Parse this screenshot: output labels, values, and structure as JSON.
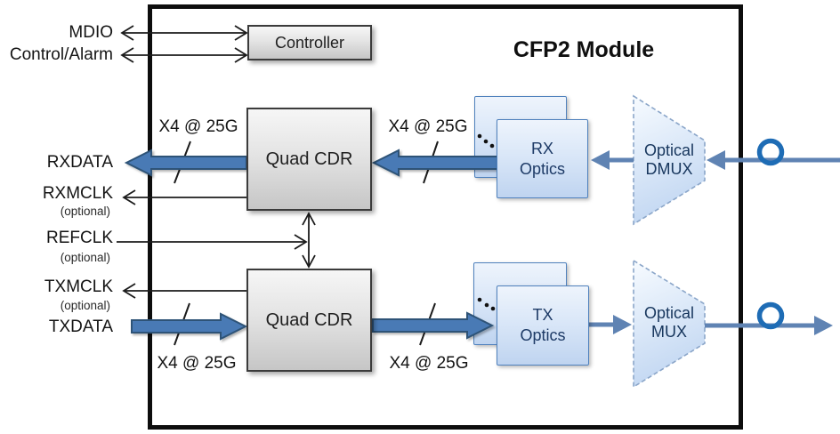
{
  "diagram": {
    "title": "CFP2 Module",
    "blocks": {
      "controller": "Controller",
      "quad_cdr_top": "Quad CDR",
      "quad_cdr_bottom": "Quad CDR",
      "rx_optics_l1": "RX",
      "rx_optics_l2": "Optics",
      "tx_optics_l1": "TX",
      "tx_optics_l2": "Optics",
      "optical_dmux_l1": "Optical",
      "optical_dmux_l2": "DMUX",
      "optical_mux_l1": "Optical",
      "optical_mux_l2": "MUX"
    },
    "ports": {
      "mdio": "MDIO",
      "control_alarm": "Control/Alarm",
      "rxdata": "RXDATA",
      "rxmclk": "RXMCLK",
      "rxmclk_note": "(optional)",
      "refclk": "REFCLK",
      "refclk_note": "(optional)",
      "txmclk": "TXMCLK",
      "txmclk_note": "(optional)",
      "txdata": "TXDATA"
    },
    "bus_labels": {
      "rx_host": "X4 @ 25G",
      "rx_line": "X4 @ 25G",
      "tx_host": "X4 @ 25G",
      "tx_line": "X4 @ 25G"
    },
    "colors": {
      "bus_arrow_fill": "#4a7ab5",
      "bus_arrow_border": "#2e5377",
      "optical_path": "#5f83b3",
      "fiber_loop": "#1e6cb5",
      "gray_block_border": "#3b3b3b",
      "blue_block_border": "#4f81bd",
      "navy_text": "#17365d",
      "module_border": "#0d0d0d"
    },
    "icons": {
      "fiber_loop_rx": "fiber-loop-icon",
      "fiber_loop_tx": "fiber-loop-icon",
      "lane_slash": "lane-count-slash",
      "stack_dots": "stacked-lanes-dots"
    }
  }
}
